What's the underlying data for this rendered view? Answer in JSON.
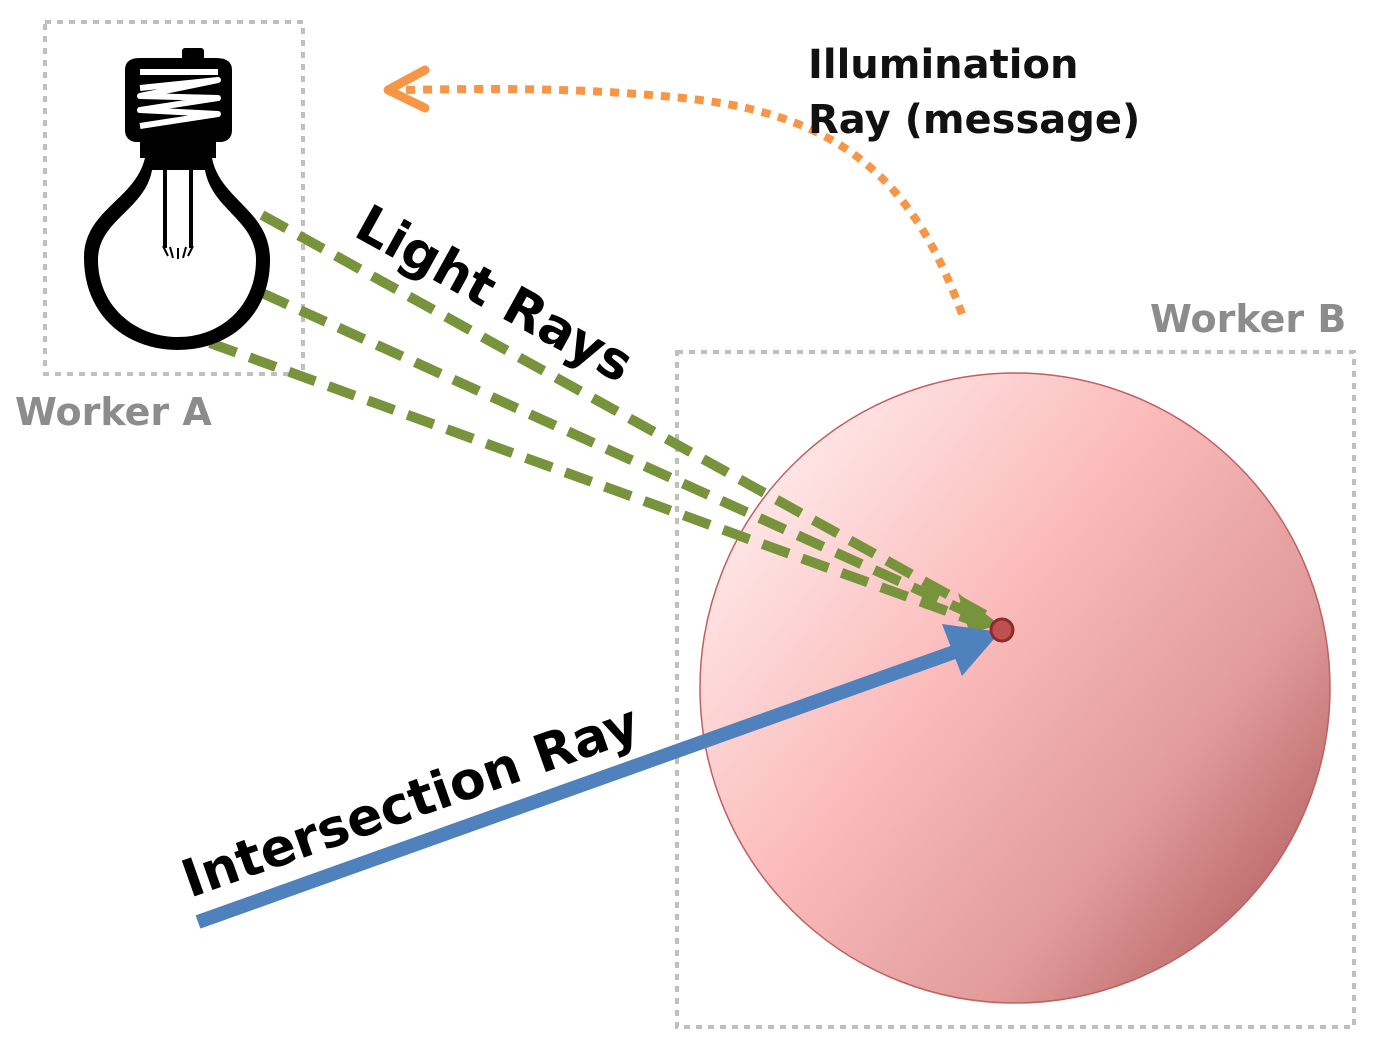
{
  "diagram": {
    "worker_a_label": "Worker A",
    "worker_b_label": "Worker B",
    "illumination_label_line1": "Illumination",
    "illumination_label_line2": "Ray (message)",
    "light_rays_label": "Light Rays",
    "intersection_ray_label": "Intersection Ray"
  },
  "colors": {
    "worker_box": "#bfbfbf",
    "light_rays": "#77933c",
    "illumination_ray": "#f79646",
    "intersection_ray": "#4f81bd",
    "sphere_light": "#fde6e6",
    "sphere_mid": "#f9b8b8",
    "sphere_dark": "#b05a5a",
    "hit_point": "#c0504d"
  },
  "icons": {
    "light_source": "lightbulb-icon"
  }
}
